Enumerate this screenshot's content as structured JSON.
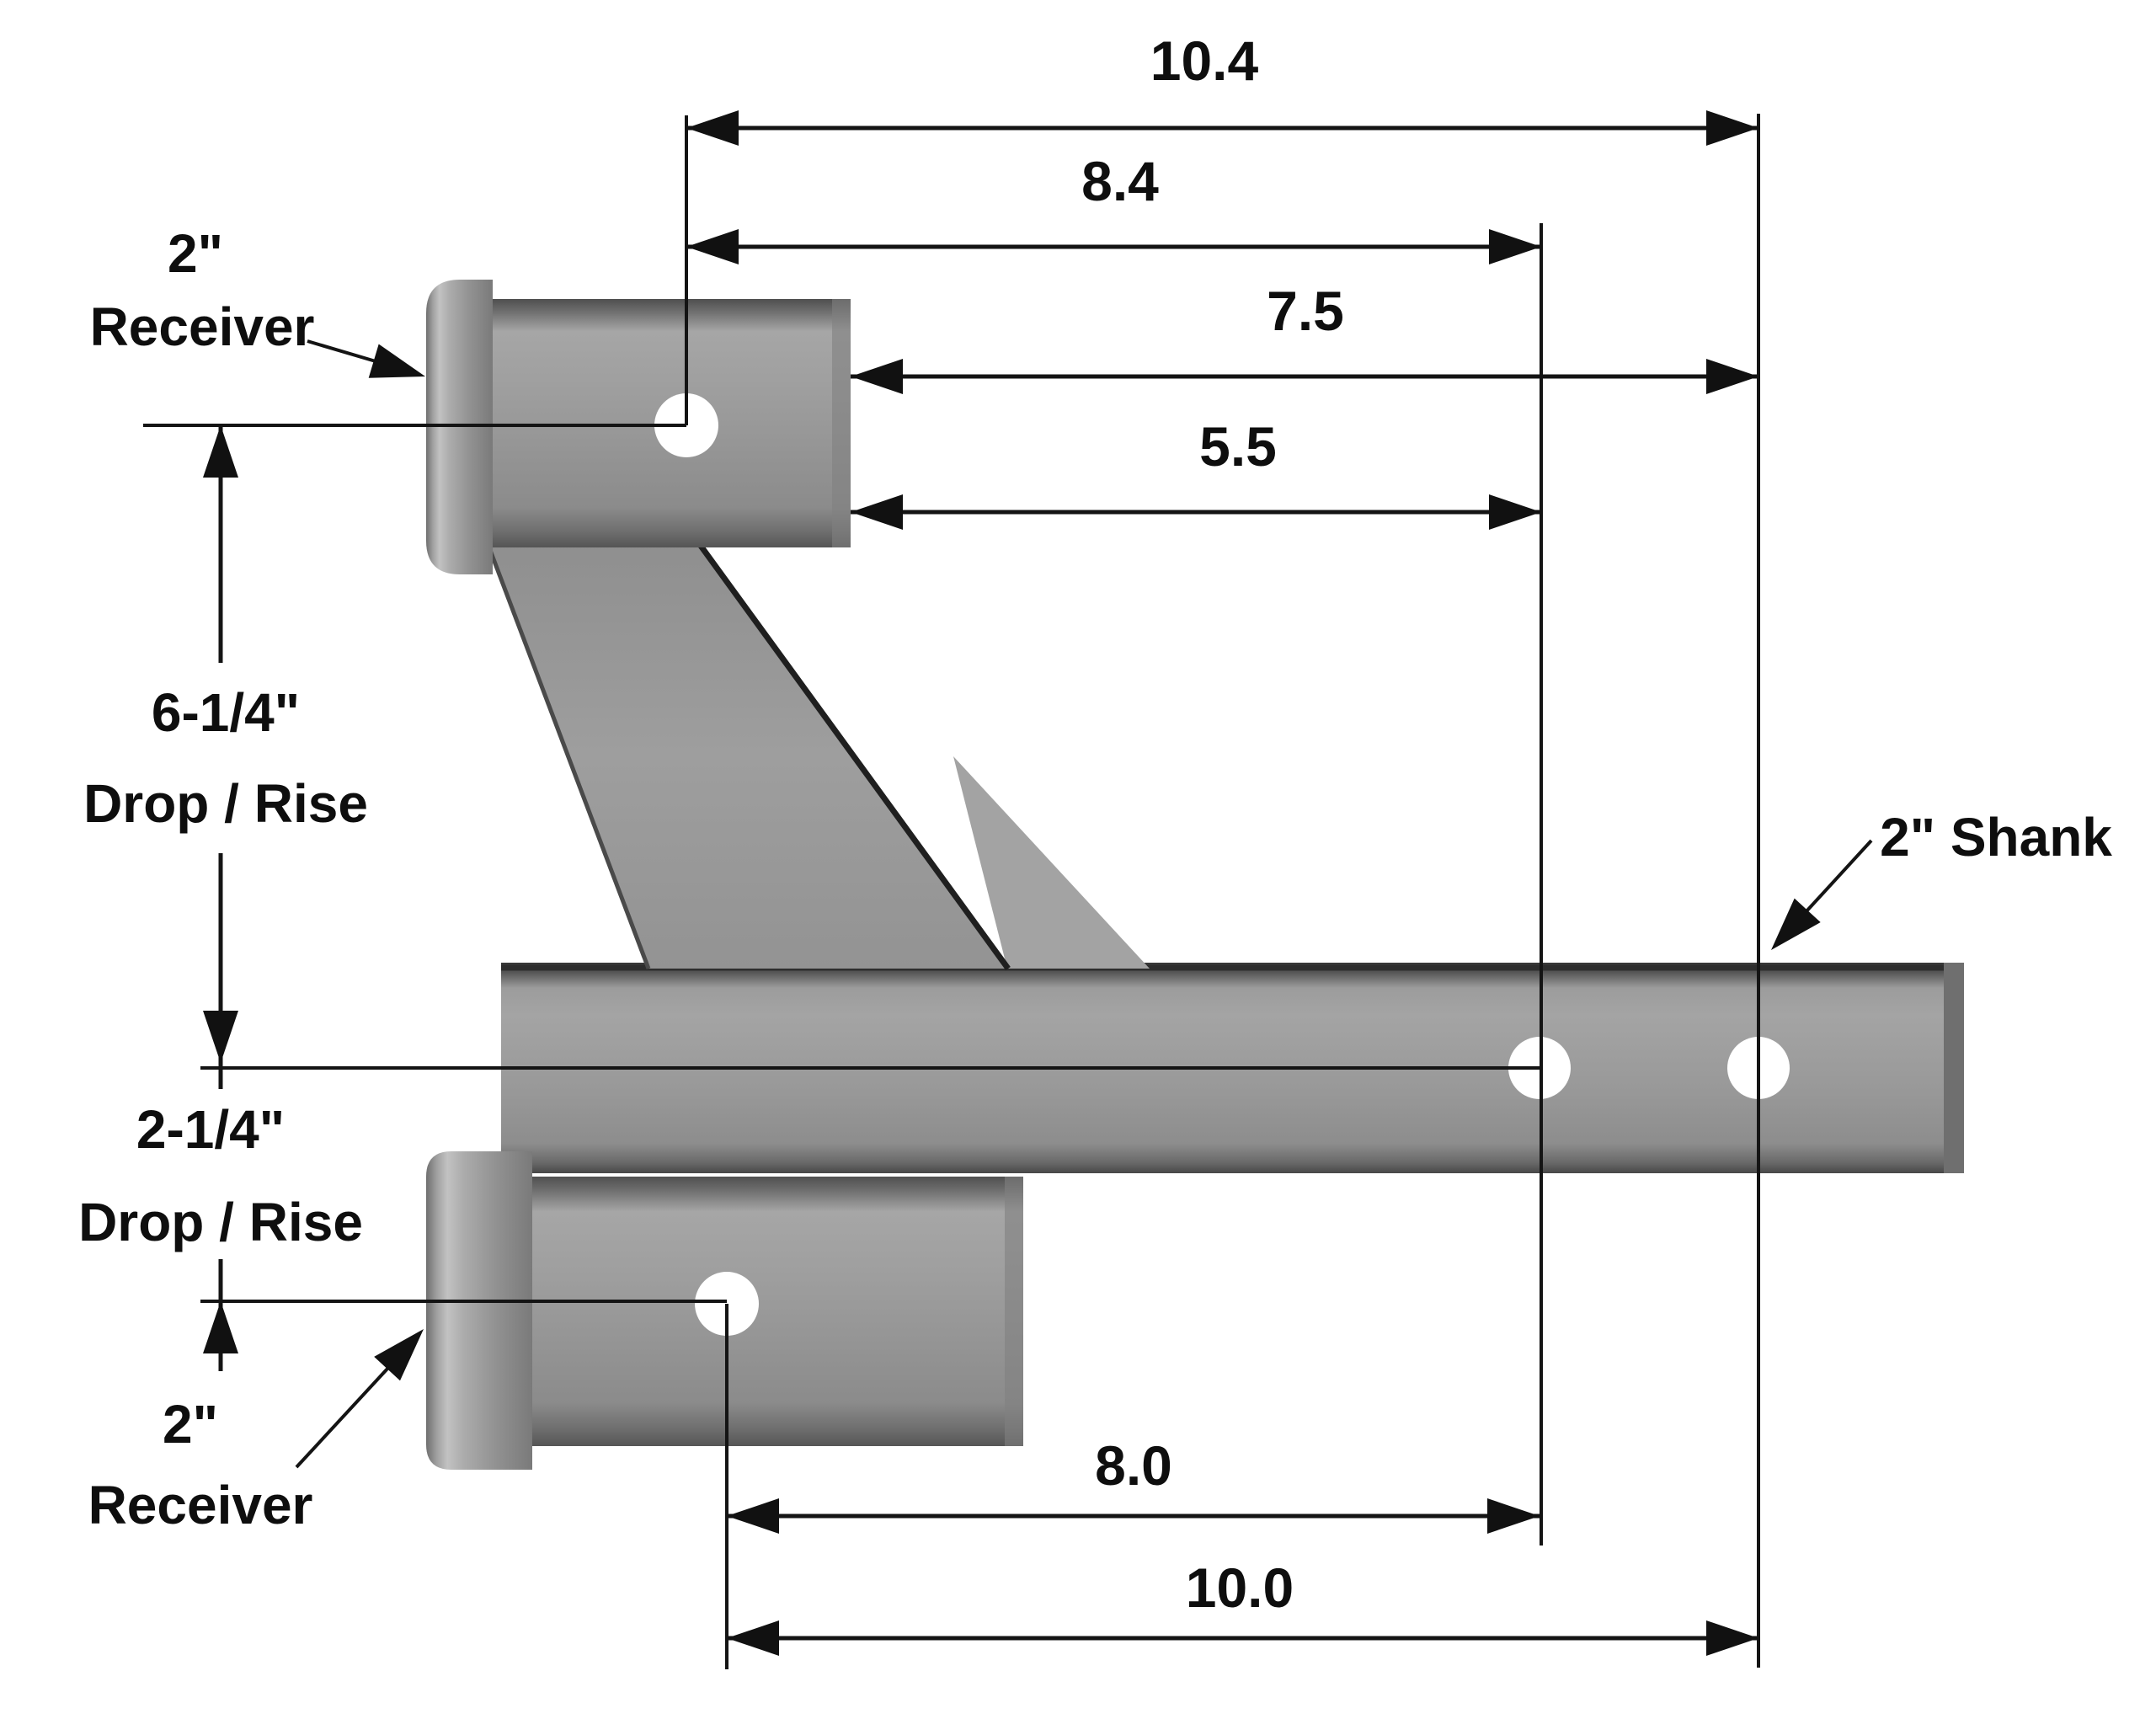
{
  "title": "2\" dual receiver hitch adapter dimension drawing",
  "dims": {
    "top_overall": "10.4",
    "top_to_hole1": "8.4",
    "face_to_hole2": "7.5",
    "face_to_hole1": "5.5",
    "bottom_to_hole1": "8.0",
    "bottom_overall": "10.0",
    "main_drop_value": "6-1/4\"",
    "main_drop_caption": "Drop / Rise",
    "shank_drop_value": "2-1/4\"",
    "shank_drop_caption": "Drop / Rise"
  },
  "callouts": {
    "receiver_top_line1": "2\"",
    "receiver_top_line2": "Receiver",
    "receiver_bottom_line1": "2\"",
    "receiver_bottom_line2": "Receiver",
    "shank": "2\" Shank"
  },
  "colors": {
    "background": "#ffffff",
    "metal": "#9a9a9a",
    "line": "#141414"
  }
}
